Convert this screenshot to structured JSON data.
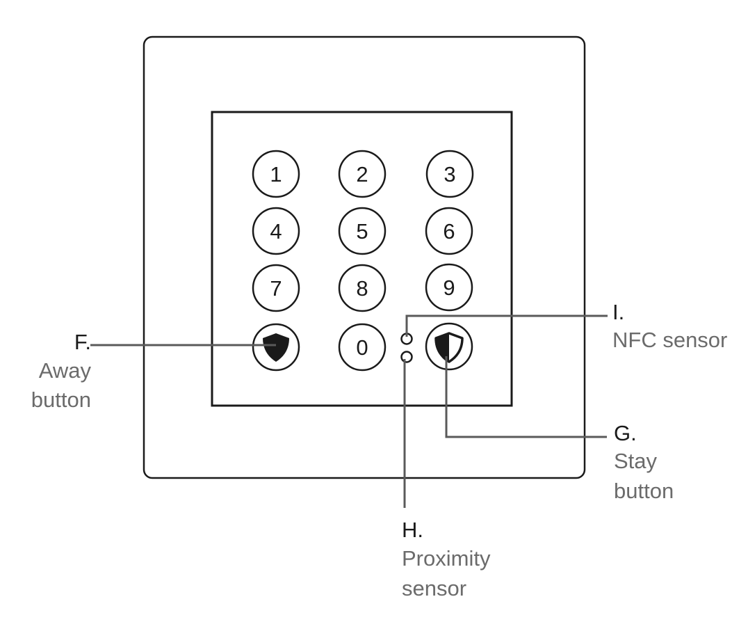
{
  "diagram": {
    "title": "Keypad",
    "keys": [
      "1",
      "2",
      "3",
      "4",
      "5",
      "6",
      "7",
      "8",
      "9",
      "0"
    ],
    "icons": {
      "away": "shield-full-icon",
      "stay": "shield-half-icon"
    },
    "callouts": {
      "F": {
        "letter": "F.",
        "line1": "Away",
        "line2": "button"
      },
      "G": {
        "letter": "G.",
        "line1": "Stay",
        "line2": "button"
      },
      "H": {
        "letter": "H.",
        "line1": "Proximity",
        "line2": "sensor"
      },
      "I": {
        "letter": "I.",
        "line1": "NFC sensor"
      }
    },
    "colors": {
      "outline": "#1a1a1a",
      "leader": "#5a5a5a",
      "desc_text": "#6b6b6b"
    }
  }
}
